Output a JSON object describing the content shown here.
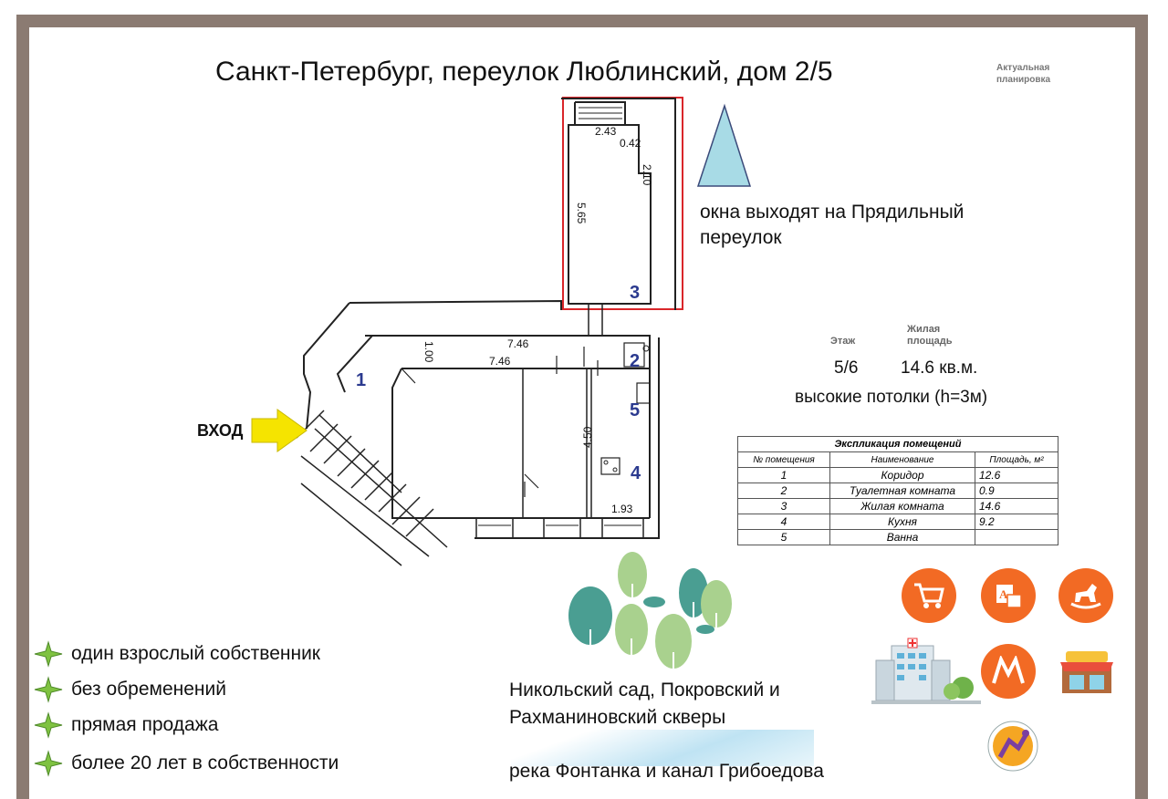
{
  "title": "Санкт-Петербург, переулок Люблинский, дом 2/5",
  "stamp": "Актуальная планировка",
  "windows_note": "окна выходят на Прядильный переулок",
  "entrance_label": "ВХОД",
  "dimensions": {
    "d243": "2.43",
    "d042": "0.42",
    "d210": "2.10",
    "d565": "5.65",
    "d100": "1.00",
    "d746a": "7.46",
    "d746b": "7.46",
    "d450": "4.50",
    "d193": "1.93"
  },
  "room_numbers": {
    "r1": "1",
    "r2": "2",
    "r3": "3",
    "r4": "4",
    "r5": "5"
  },
  "info": {
    "floor_label": "Этаж",
    "area_label": "Жилая площадь",
    "floor_value": "5/6",
    "area_value": "14.6 кв.м.",
    "ceilings": "высокие потолки (h=3м)"
  },
  "explication": {
    "caption": "Экспликация помещений",
    "headers": [
      "№ помещения",
      "Наименование",
      "Площадь, м²"
    ],
    "rows": [
      {
        "num": "1",
        "name": "Коридор",
        "area": "12.6"
      },
      {
        "num": "2",
        "name": "Туалетная комната",
        "area": "0.9"
      },
      {
        "num": "3",
        "name": "Жилая комната",
        "area": "14.6"
      },
      {
        "num": "4",
        "name": "Кухня",
        "area": "9.2"
      },
      {
        "num": "5",
        "name": "Ванна",
        "area": ""
      }
    ]
  },
  "features": [
    "один взрослый собственник",
    "без обременений",
    "прямая продажа",
    "более 20 лет в собственности"
  ],
  "parks": "Никольский сад, Покровский и Рахманиновский скверы",
  "river": "река Фонтанка и канал Грибоедова",
  "colors": {
    "frame": "#8b7b72",
    "highlight": "#d9262a",
    "room_number": "#2b3a8f",
    "arrow": "#f5e400",
    "accent": "#f26a24",
    "feature_star": "#7fc241"
  },
  "icons": [
    "shopping-cart-icon",
    "school-icon",
    "rocking-horse-icon",
    "hospital-icon",
    "metro-icon",
    "cafe-icon",
    "sports-icon"
  ]
}
